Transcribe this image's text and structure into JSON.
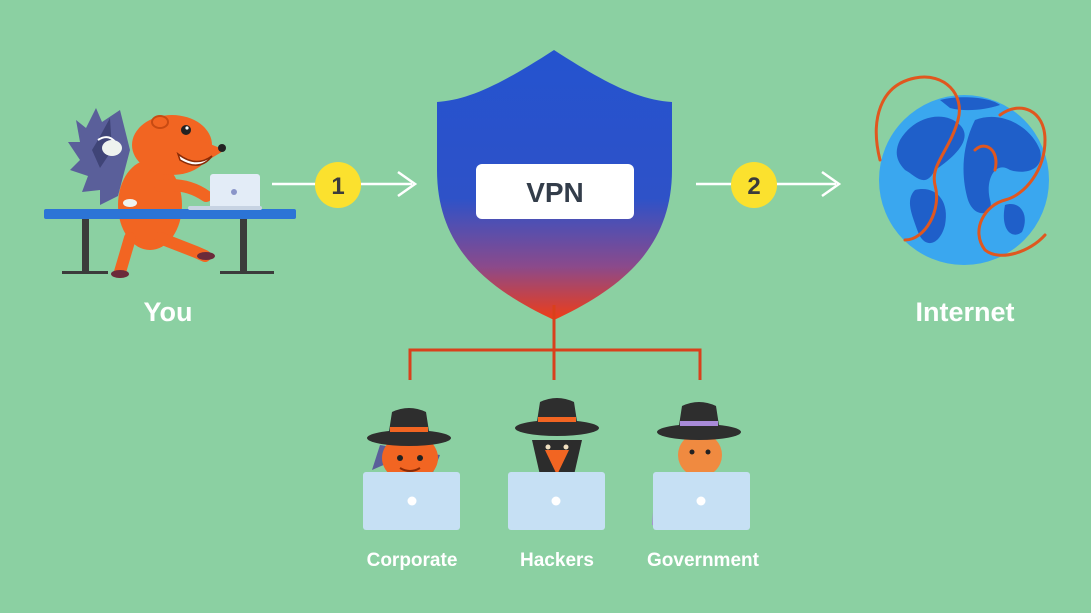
{
  "diagram": {
    "you_label": "You",
    "internet_label": "Internet",
    "vpn_label": "VPN",
    "step1": "1",
    "step2": "2",
    "observers": [
      {
        "label": "Corporate",
        "icon": "hedgehog-spy-icon",
        "accent": "#f26522"
      },
      {
        "label": "Hackers",
        "icon": "dog-spy-icon",
        "accent": "#f26522"
      },
      {
        "label": "Government",
        "icon": "person-spy-icon",
        "accent": "#a98bd9"
      }
    ]
  },
  "colors": {
    "background": "#8bd0a2",
    "shield_top": "#2453cf",
    "shield_bottom": "#e8401c",
    "connector": "#d9401c",
    "step_badge": "#fbe12e",
    "globe_ocean": "#3aa7ef",
    "globe_land": "#1f5fc9",
    "laptop": "#c6e0f4",
    "desk": "#2c74d6"
  }
}
